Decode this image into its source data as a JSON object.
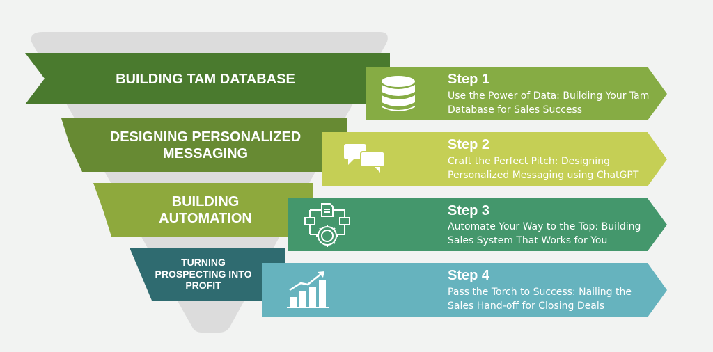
{
  "stages": [
    {
      "label": "BUILDING TAM DATABASE",
      "color": "#4a7a2e"
    },
    {
      "label": "DESIGNING PERSONALIZED MESSAGING",
      "color": "#678a33"
    },
    {
      "label": "BUILDING AUTOMATION",
      "color": "#8ea93d"
    },
    {
      "label": "TURNING PROSPECTING INTO PROFIT",
      "color": "#2f6b70"
    }
  ],
  "steps": [
    {
      "title": "Step 1",
      "desc": "Use the Power of Data: Building Your Tam Database for Sales Success",
      "color": "#86ac44",
      "icon": "database-icon"
    },
    {
      "title": "Step 2",
      "desc": "Craft the Perfect Pitch: Designing Personalized Messaging using ChatGPT",
      "color": "#c5cf55",
      "icon": "chat-bubbles-icon"
    },
    {
      "title": "Step 3",
      "desc": "Automate Your Way to the Top: Building Sales System That Works for You",
      "color": "#44976c",
      "icon": "automation-gear-icon"
    },
    {
      "title": "Step 4",
      "desc": "Pass the Torch to Success: Nailing the Sales Hand-off for Closing Deals",
      "color": "#66b3be",
      "icon": "growth-chart-icon"
    }
  ],
  "funnel_color": "#dcdcdc"
}
